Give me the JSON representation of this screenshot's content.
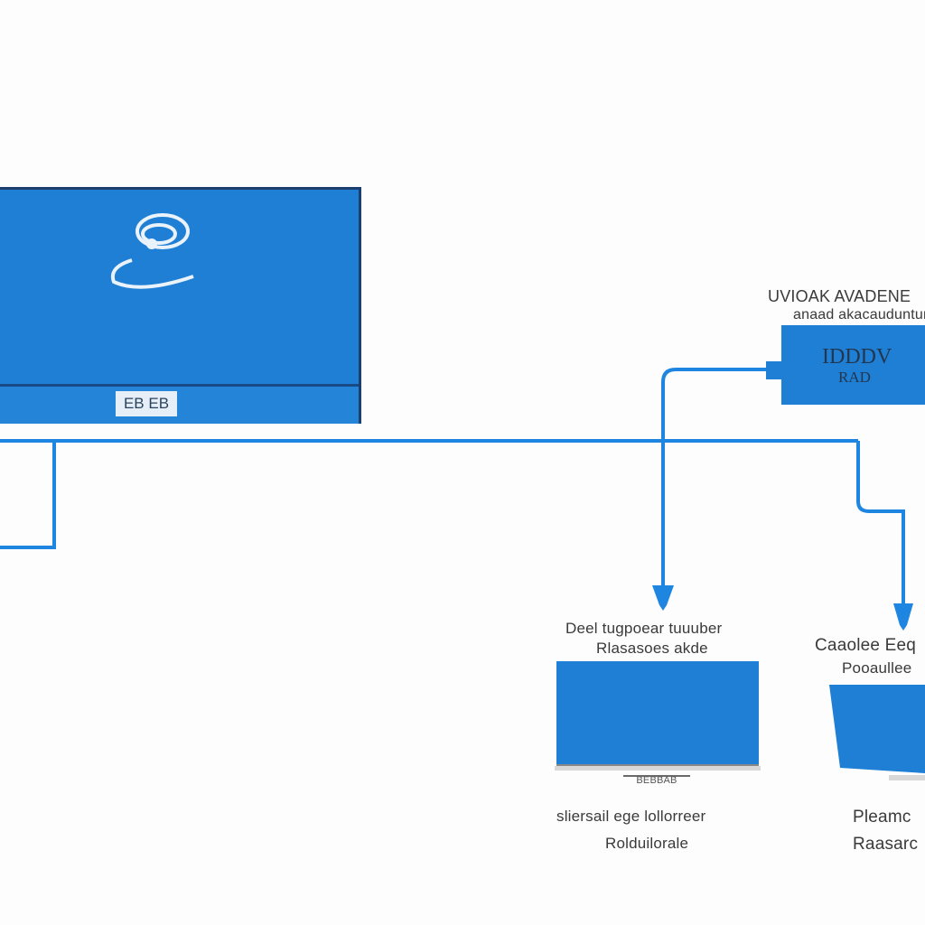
{
  "monitor": {
    "tag_label": "EB EB"
  },
  "device": {
    "title": "UVIOAK AVADENE",
    "subtitle": "anaad akacauduntun",
    "box_line1": "IDDDV",
    "box_line2": "RAD"
  },
  "destination_left": {
    "caption_line1": "Deel tugpoear tuuuber",
    "caption_line2": "Rlasasoes akde",
    "stand_label": "BEBBAB",
    "footer_line1": "sliersail ege lollorreer",
    "footer_line2": "Rolduilorale"
  },
  "destination_right": {
    "caption_line1": "Caaolee Eeq",
    "caption_line2": "Pooaullee",
    "footer_line1": "Pleamc",
    "footer_line2": "Raasarc"
  },
  "colors": {
    "accent": "#1f7fd4",
    "line": "#1e86e0",
    "text": "#3a3a3a"
  },
  "icons": [
    "headset-icon"
  ]
}
